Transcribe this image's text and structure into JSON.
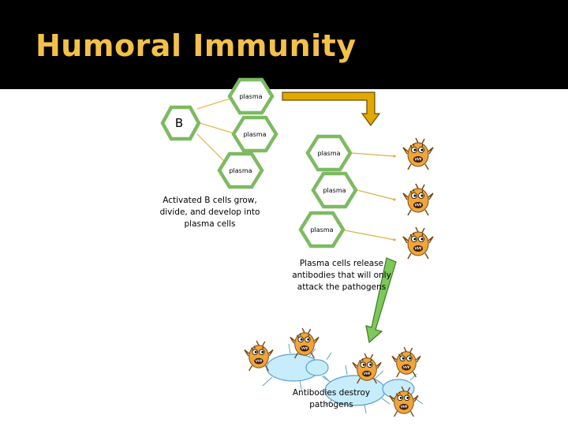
{
  "slide": {
    "title": "Humoral Immunity"
  },
  "cells": {
    "b_cell_label": "B",
    "plasma_label": "plasma"
  },
  "captions": {
    "activated": "Activated B cells grow, divide, and develop into plasma cells",
    "release": "Plasma cells release antibodies that will only attack the pathogens",
    "destroy": "Antibodies destroy pathogens"
  },
  "colors": {
    "header_bg": "#000000",
    "title": "#f3c04a",
    "hex_border": "#7dba62",
    "arrow_fill": "#e0a800",
    "connector": "#e8b84a",
    "blob_fill": "#c7ecfb",
    "blob_stroke": "#5ea0c8"
  }
}
